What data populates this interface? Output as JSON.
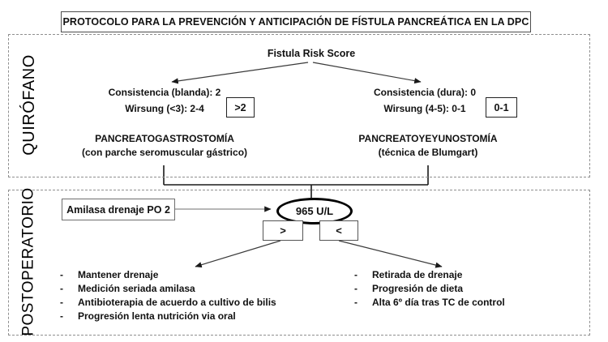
{
  "title": "PROTOCOLO PARA LA PREVENCIÓN Y ANTICIPACIÓN DE FÍSTULA PANCREÁTICA EN LA DPC",
  "sections": {
    "quirofano": {
      "label": "QUIRÓFANO",
      "risk_score_title": "Fistula Risk Score",
      "left_branch": {
        "criteria": [
          "Consistencia (blanda): 2",
          "Wirsung (<3): 2-4"
        ],
        "score_badge": ">2",
        "procedure": "PANCREATOGASTROSTOMÍA",
        "procedure_note": "(con parche seromuscular gástrico)"
      },
      "right_branch": {
        "criteria": [
          "Consistencia (dura): 0",
          "Wirsung (4-5): 0-1"
        ],
        "score_badge": "0-1",
        "procedure": "PANCREATOYEYUNOSTOMÍA",
        "procedure_note": "(técnica de Blumgart)"
      }
    },
    "postoperatorio": {
      "label": "POSTOPERATORIO",
      "amylase_label": "Amilasa drenaje PO 2",
      "threshold_value": "965 U/L",
      "comparators": {
        "greater": ">",
        "less": "<"
      },
      "greater_actions": [
        "Mantener drenaje",
        "Medición seriada amilasa",
        "Antibioterapia de acuerdo a cultivo de bilis",
        "Progresión lenta nutrición via oral"
      ],
      "less_actions": [
        "Retirada de drenaje",
        "Progresión de dieta",
        "Alta 6º día tras TC de control"
      ]
    }
  },
  "colors": {
    "line": "#3a3a3a",
    "connector": "#1a1a1a",
    "gray_arrow": "#8c8c8c",
    "dashed_border": "#8f8f8f"
  }
}
